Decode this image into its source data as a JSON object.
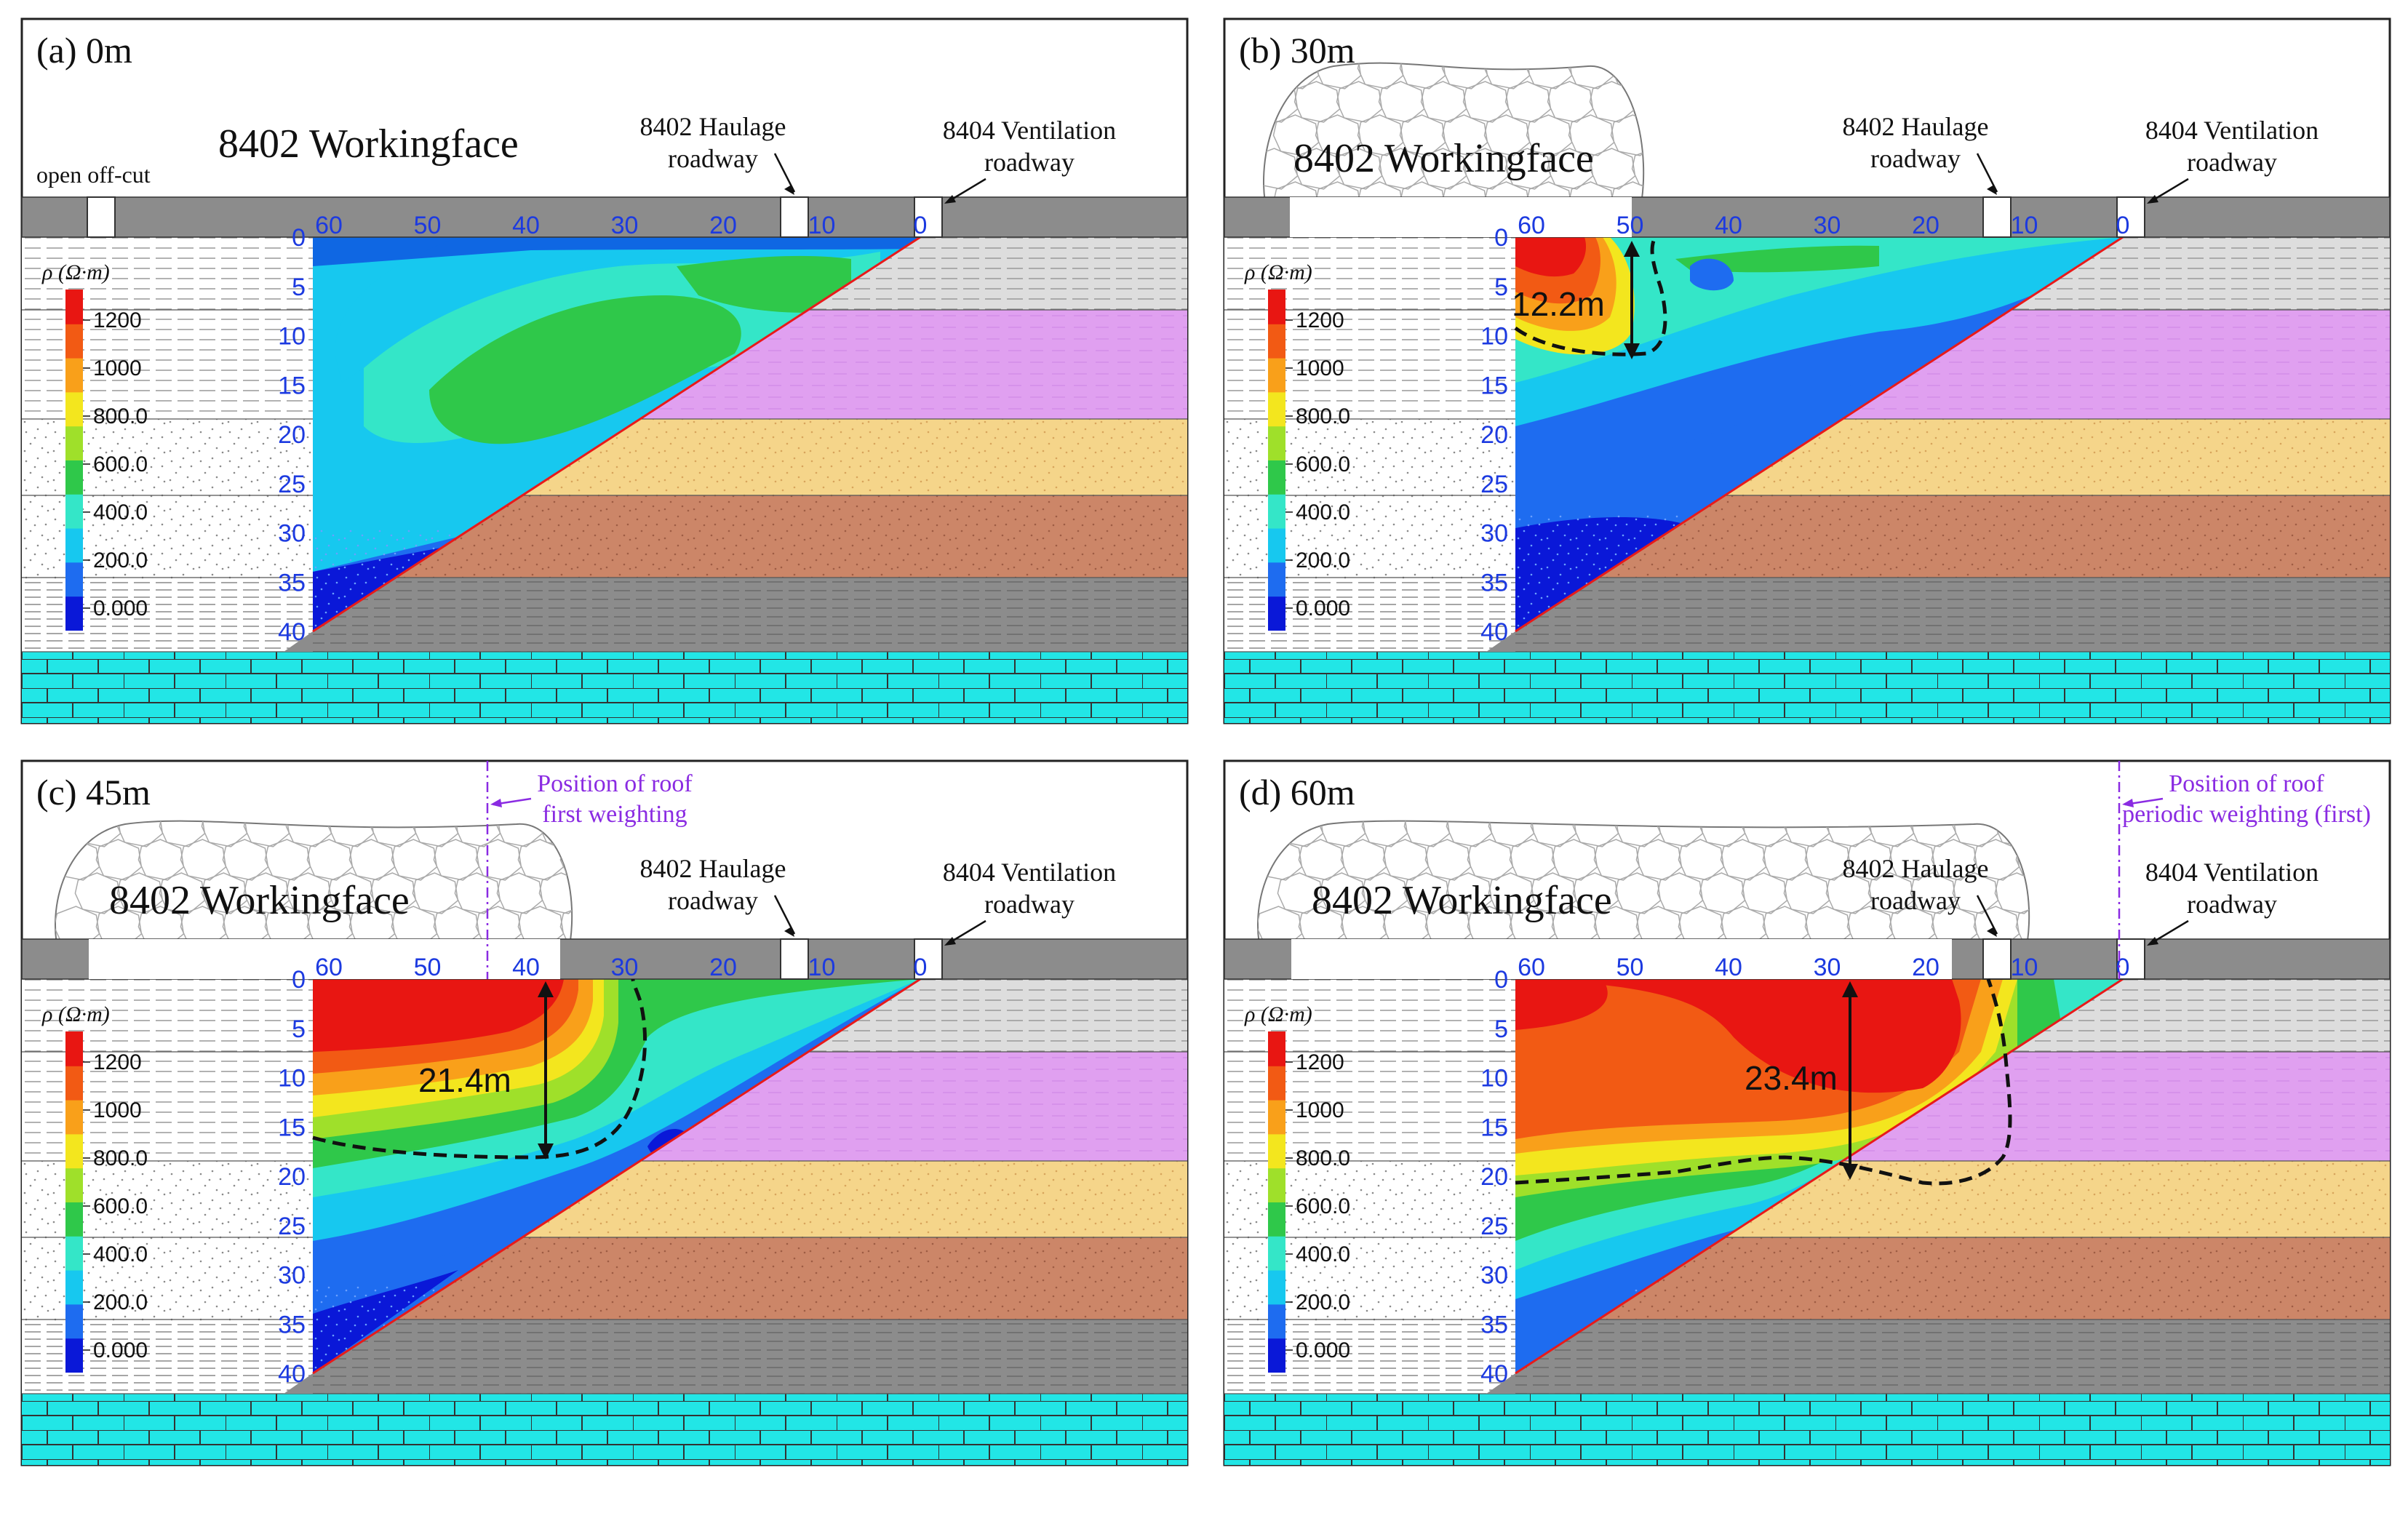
{
  "panels": [
    {
      "id": "a",
      "title": "(a) 0m",
      "workingface": "8402 Workingface",
      "open_cut_label": "open off-cut",
      "haulage_label": [
        "8402 Haulage",
        "roadway"
      ],
      "ventilation_label": [
        "8404 Ventilation",
        "roadway"
      ],
      "roof_label": null,
      "measurement": null,
      "has_goaf": false,
      "goaf_extent": 0
    },
    {
      "id": "b",
      "title": "(b) 30m",
      "workingface": "8402 Workingface",
      "open_cut_label": "",
      "haulage_label": [
        "8402 Haulage",
        "roadway"
      ],
      "ventilation_label": [
        "8404 Ventilation",
        "roadway"
      ],
      "roof_label": null,
      "measurement": "12.2m",
      "has_goaf": true,
      "goaf_extent": 30
    },
    {
      "id": "c",
      "title": "(c) 45m",
      "workingface": "8402 Workingface",
      "open_cut_label": "",
      "haulage_label": [
        "8402 Haulage",
        "roadway"
      ],
      "ventilation_label": [
        "8404 Ventilation",
        "roadway"
      ],
      "roof_label": [
        "Position of roof",
        "first weighting"
      ],
      "measurement": "21.4m",
      "has_goaf": true,
      "goaf_extent": 45
    },
    {
      "id": "d",
      "title": "(d) 60m",
      "workingface": "8402 Workingface",
      "open_cut_label": "",
      "haulage_label": [
        "8402 Haulage",
        "roadway"
      ],
      "ventilation_label": [
        "8404 Ventilation",
        "roadway"
      ],
      "roof_label": [
        "Position of roof",
        "periodic weighting (first)"
      ],
      "measurement": "23.4m",
      "has_goaf": true,
      "goaf_extent": 60
    }
  ],
  "axis": {
    "x_ticks": [
      "60",
      "50",
      "40",
      "30",
      "20",
      "10",
      "0"
    ],
    "y_ticks": [
      "0",
      "5",
      "10",
      "15",
      "20",
      "25",
      "30",
      "35",
      "40"
    ]
  },
  "legend": {
    "title": "ρ (Ω·m)",
    "labels": [
      "1200",
      "1000",
      "800.0",
      "600.0",
      "400.0",
      "200.0",
      "0.000"
    ]
  },
  "colors": {
    "resistivity_scale": [
      "#0a18d8",
      "#1e6cf0",
      "#17c8ef",
      "#34e6c8",
      "#2fc84a",
      "#9fe02a",
      "#f3e61e",
      "#f9a01a",
      "#f25a14",
      "#e81612"
    ],
    "strata_purple": "#e0a0f0",
    "strata_sand": "#f5d58a",
    "strata_brown": "#cc8668",
    "strata_gray": "#8c8c8c",
    "strata_light": "#dddddd",
    "limestone": "#22e6e6",
    "boundary_line": "#e81a1a",
    "roof_line": "#8a2be2"
  }
}
